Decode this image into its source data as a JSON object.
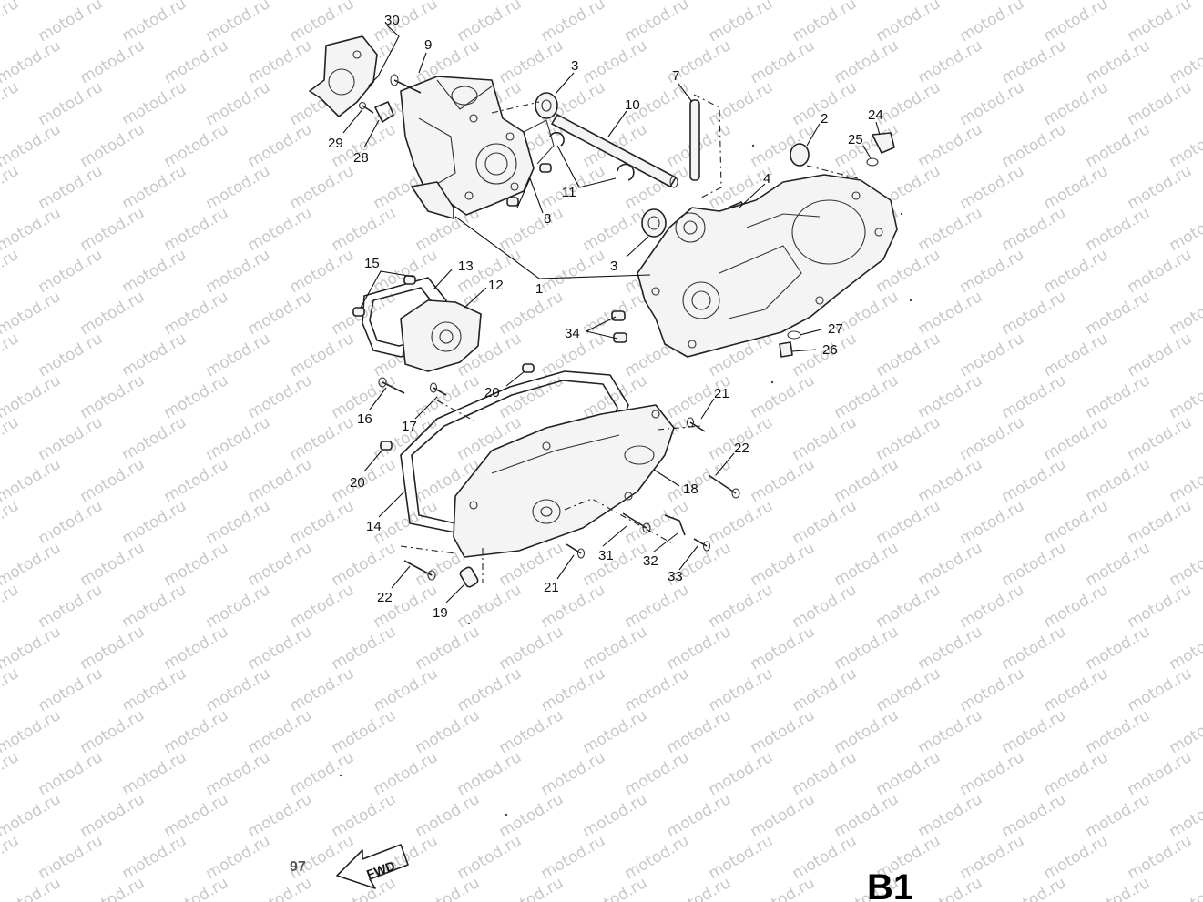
{
  "watermark": {
    "text": "motod.ru",
    "color": "#c8c8c8"
  },
  "sheet_label": "B1",
  "corner_code": "97",
  "fwd_arrow_label": "FWD",
  "callouts": [
    {
      "id": "c30",
      "text": "30"
    },
    {
      "id": "c9",
      "text": "9"
    },
    {
      "id": "c3a",
      "text": "3"
    },
    {
      "id": "c7",
      "text": "7"
    },
    {
      "id": "c10",
      "text": "10"
    },
    {
      "id": "c2",
      "text": "2"
    },
    {
      "id": "c24",
      "text": "24"
    },
    {
      "id": "c25",
      "text": "25"
    },
    {
      "id": "c29",
      "text": "29"
    },
    {
      "id": "c28",
      "text": "28"
    },
    {
      "id": "c11",
      "text": "11"
    },
    {
      "id": "c8",
      "text": "8"
    },
    {
      "id": "c4",
      "text": "4"
    },
    {
      "id": "c3b",
      "text": "3"
    },
    {
      "id": "c1",
      "text": "1"
    },
    {
      "id": "c15",
      "text": "15"
    },
    {
      "id": "c13",
      "text": "13"
    },
    {
      "id": "c12",
      "text": "12"
    },
    {
      "id": "c34",
      "text": "34"
    },
    {
      "id": "c27",
      "text": "27"
    },
    {
      "id": "c26",
      "text": "26"
    },
    {
      "id": "c20a",
      "text": "20"
    },
    {
      "id": "c16",
      "text": "16"
    },
    {
      "id": "c17",
      "text": "17"
    },
    {
      "id": "c21a",
      "text": "21"
    },
    {
      "id": "c22a",
      "text": "22"
    },
    {
      "id": "c18",
      "text": "18"
    },
    {
      "id": "c20b",
      "text": "20"
    },
    {
      "id": "c14",
      "text": "14"
    },
    {
      "id": "c31",
      "text": "31"
    },
    {
      "id": "c32",
      "text": "32"
    },
    {
      "id": "c33",
      "text": "33"
    },
    {
      "id": "c21b",
      "text": "21"
    },
    {
      "id": "c22b",
      "text": "22"
    },
    {
      "id": "c19",
      "text": "19"
    }
  ]
}
